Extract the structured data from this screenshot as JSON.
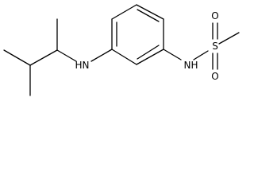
{
  "molecule": {
    "atoms": {
      "amine_left": "H",
      "amine_left_n": "N",
      "amine_right_n": "N",
      "amine_right": "H",
      "sulfur": "S",
      "oxygen_top": "O",
      "oxygen_bottom": "O"
    }
  }
}
